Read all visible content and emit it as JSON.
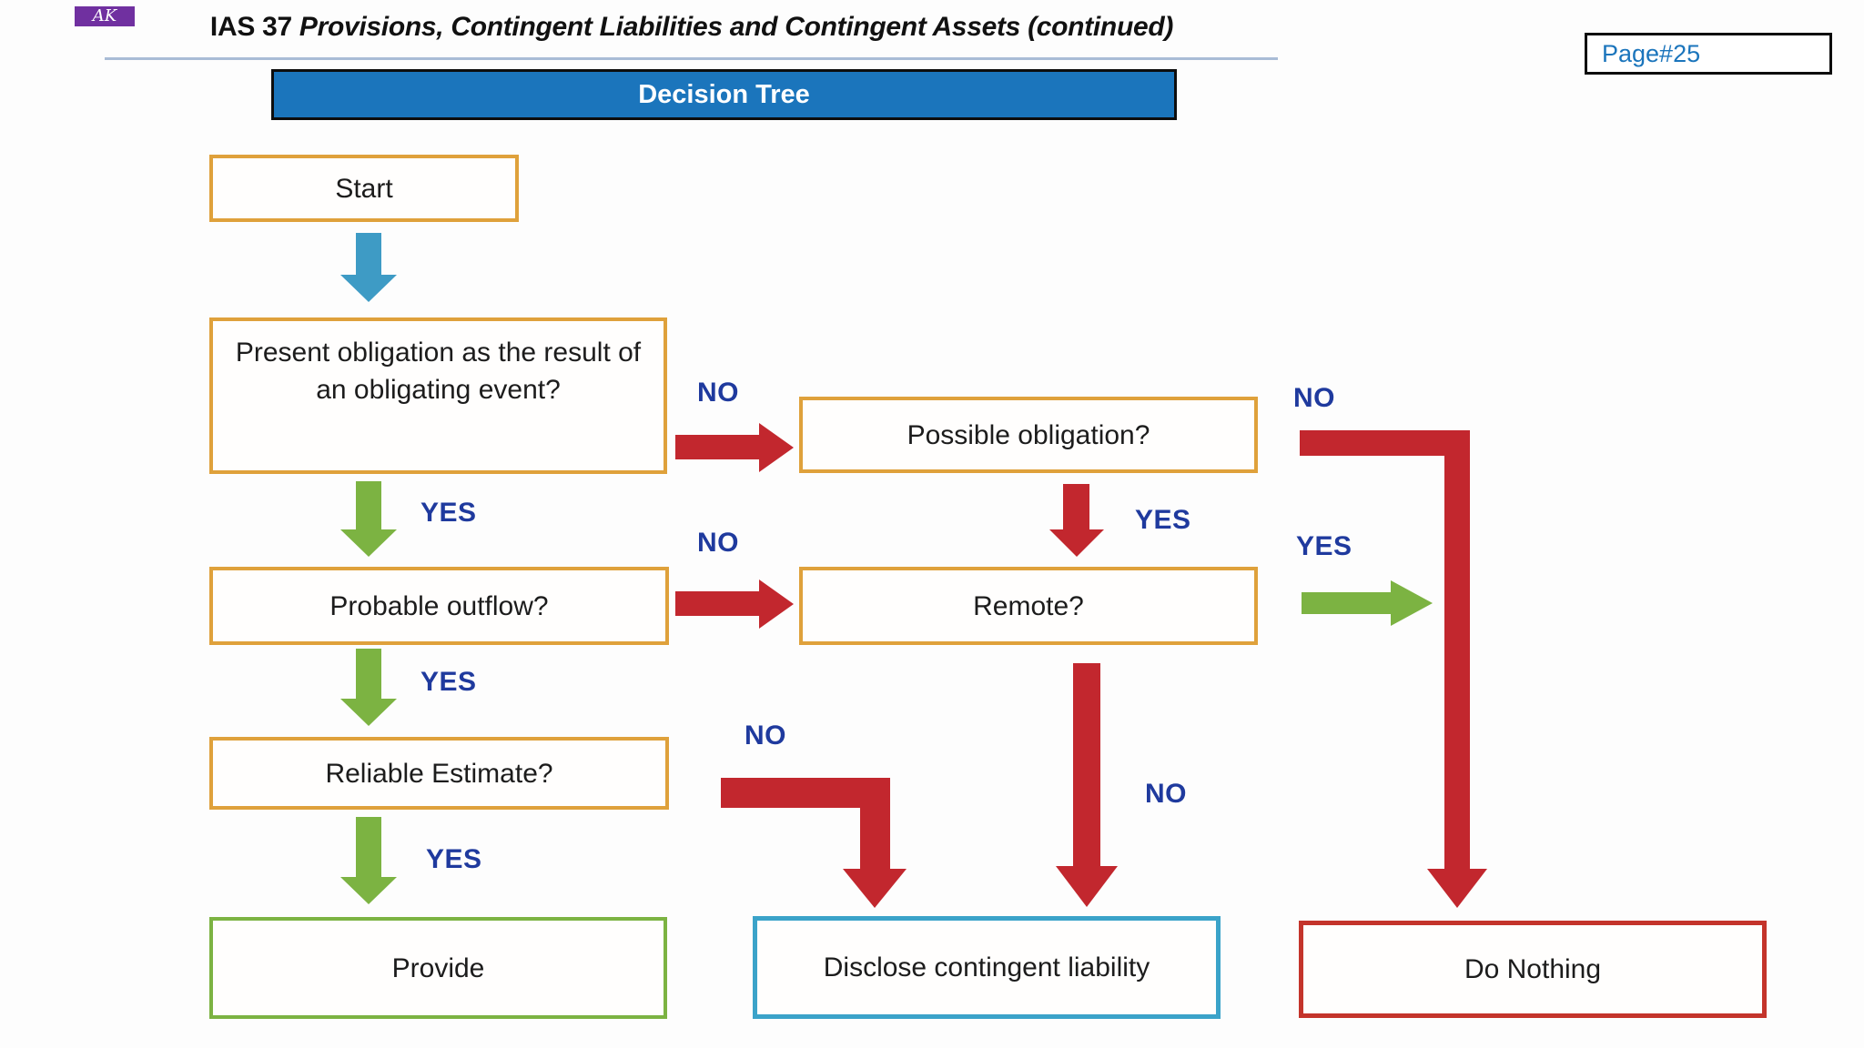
{
  "page": {
    "logo_text": "AK",
    "title_prefix": "IAS 37 ",
    "title_rest": "Provisions, Contingent Liabilities and Contingent Assets (continued)",
    "banner": "Decision Tree",
    "page_badge": "Page#25"
  },
  "nodes": {
    "start": "Start",
    "present_obligation": "Present obligation as the result of an obligating event?",
    "possible_obligation": "Possible obligation?",
    "probable_outflow": "Probable outflow?",
    "remote": "Remote?",
    "reliable_estimate": "Reliable Estimate?",
    "provide": "Provide",
    "disclose": "Disclose contingent liability",
    "do_nothing": "Do Nothing"
  },
  "labels": {
    "yes": "YES",
    "no": "NO"
  },
  "colors": {
    "banner_fill": "#1B75BC",
    "box_border_orange": "#DFA13B",
    "arrow_red": "#C2272E",
    "arrow_green": "#7CB342",
    "arrow_teal": "#3E9BC5",
    "label_blue": "#1F3A9E",
    "provide_border_green": "#7CB342",
    "disclose_border_teal": "#3BA3C9",
    "do_nothing_border_red": "#C4342B",
    "page_text_blue": "#1B75BC",
    "logo_purple": "#7030A0",
    "title_rule": "#A9BCD6"
  }
}
